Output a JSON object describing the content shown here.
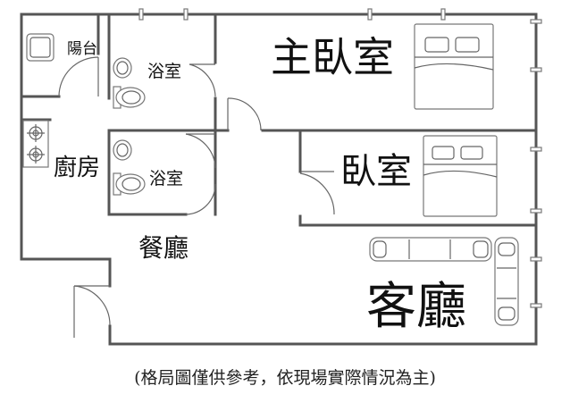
{
  "rooms": {
    "balcony": "陽台",
    "bath_top": "浴室",
    "bath_bottom": "浴室",
    "master_bedroom": "主臥室",
    "kitchen": "廚房",
    "bedroom": "臥室",
    "dining_room": "餐廳",
    "living_room": "客廳"
  },
  "caption": "(格局圖僅供參考，依現場實際情況為主)"
}
